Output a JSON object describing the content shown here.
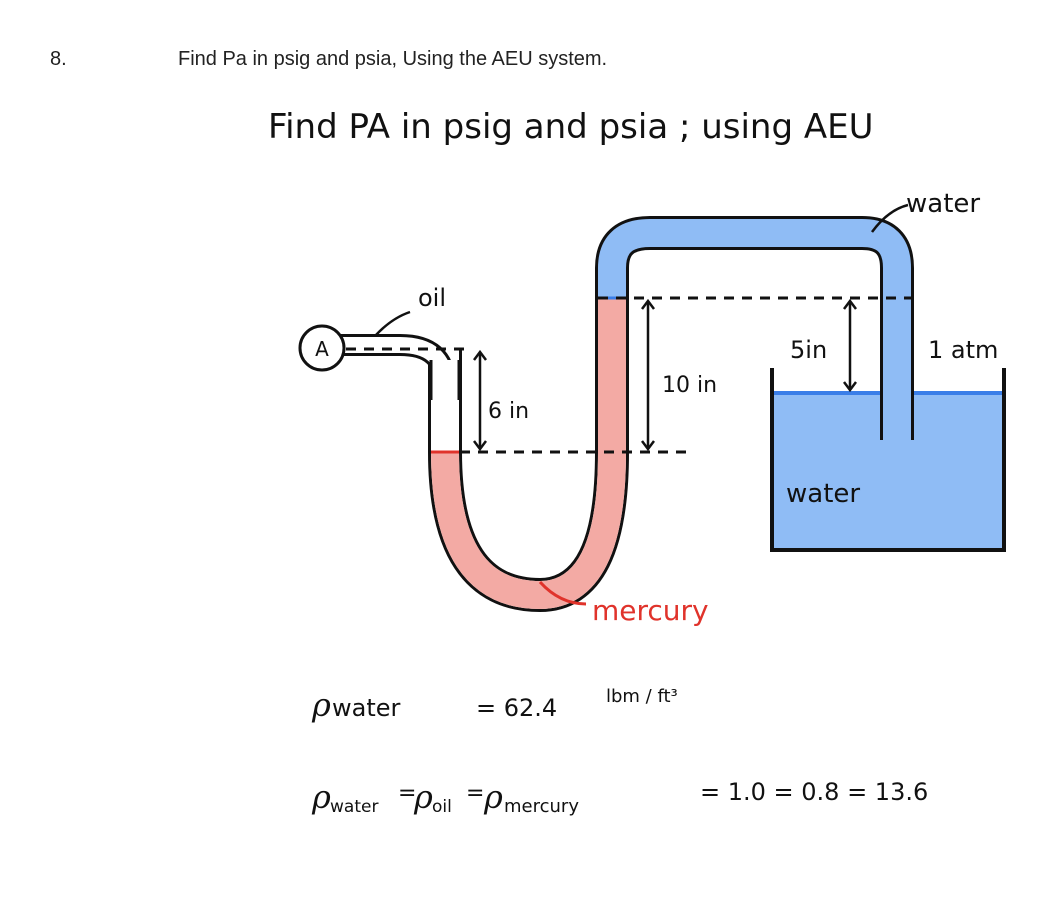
{
  "question": {
    "number": "8.",
    "text": "Find Pa in psig and psia, Using the AEU system."
  },
  "diagram": {
    "heading": "Find PA in psig and psia ; using AEU",
    "labels": {
      "point_a": "A",
      "oil": "oil",
      "water_top": "water",
      "mercury": "mercury",
      "water_tank": "water",
      "atm": "1 atm",
      "h6": "6 in",
      "h10": "10 in",
      "h5": "5in"
    },
    "colors": {
      "water": "#8fbcf5",
      "mercury": "#f3aaa4",
      "outline": "#111111",
      "level_line": "#3a7ee8",
      "mercury_label": "#e0332b"
    }
  },
  "equations": {
    "density_sym": "ρ",
    "density_sub": "water",
    "density_value": "= 62.4",
    "density_units": "lbm / ft³",
    "sg_sym1": "ρ",
    "sg_sub1": "water",
    "sg_sym2": "ρ",
    "sg_sub2": "oil",
    "sg_sym3": "ρ",
    "sg_sub3": "mercury",
    "sg_eq": "=",
    "sg_values": "= 1.0 = 0.8 = 13.6"
  }
}
